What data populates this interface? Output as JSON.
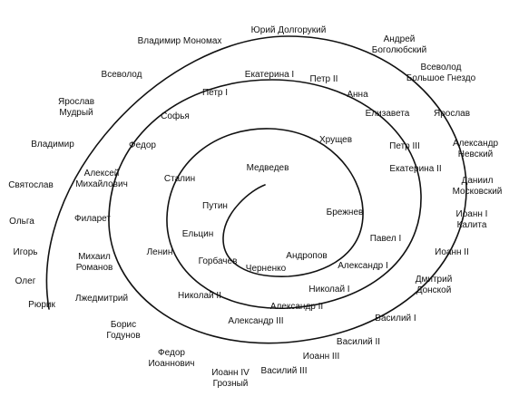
{
  "diagram": {
    "line_color": "#111111",
    "text_color": "#111111",
    "background": "#ffffff",
    "rulers": [
      {
        "id": "yuri",
        "text": "Юрий Долгорукий"
      },
      {
        "id": "monomakh",
        "text": "Владимир Мономах"
      },
      {
        "id": "andrey",
        "text": "Андрей\nБоголюбский"
      },
      {
        "id": "vsevolod",
        "text": "Всеволод"
      },
      {
        "id": "vsevolod-bg",
        "text": "Всеволод\nБольшое Гнездо"
      },
      {
        "id": "yaroslav-mudry",
        "text": "Ярослав\nМудрый"
      },
      {
        "id": "yaroslav",
        "text": "Ярослав"
      },
      {
        "id": "vladimir",
        "text": "Владимир"
      },
      {
        "id": "alexandr-nevsky",
        "text": "Александр\nНевский"
      },
      {
        "id": "svyatoslav",
        "text": "Святослав"
      },
      {
        "id": "daniil",
        "text": "Даниил\nМосковский"
      },
      {
        "id": "olga",
        "text": "Ольга"
      },
      {
        "id": "ioann-kalita",
        "text": "Иоанн I\nКалита"
      },
      {
        "id": "igor",
        "text": "Игорь"
      },
      {
        "id": "ioann-2",
        "text": "Иоанн II"
      },
      {
        "id": "oleg",
        "text": "Олег"
      },
      {
        "id": "dmitry-donskoy",
        "text": "Дмитрий\nДонской"
      },
      {
        "id": "ryurik",
        "text": "Рюрик"
      },
      {
        "id": "vasily-1",
        "text": "Василий I"
      },
      {
        "id": "vasily-2",
        "text": "Василий II"
      },
      {
        "id": "ioann-3",
        "text": "Иоанн III"
      },
      {
        "id": "vasily-3",
        "text": "Василий III"
      },
      {
        "id": "ioann-4",
        "text": "Иоанн IV\nГрозный"
      },
      {
        "id": "fedor-ioannovich",
        "text": "Федор\nИоаннович"
      },
      {
        "id": "boris",
        "text": "Борис\nГодунов"
      },
      {
        "id": "lzhedmitry",
        "text": "Лжедмитрий"
      },
      {
        "id": "mikhail",
        "text": "Михаил\nРоманов"
      },
      {
        "id": "filaret",
        "text": "Филарет"
      },
      {
        "id": "alexey",
        "text": "Алексей\nМихайлович"
      },
      {
        "id": "fedor",
        "text": "Федор"
      },
      {
        "id": "sofya",
        "text": "Софья"
      },
      {
        "id": "petr-1",
        "text": "Петр I"
      },
      {
        "id": "ekaterina-1",
        "text": "Екатерина I"
      },
      {
        "id": "petr-2",
        "text": "Петр II"
      },
      {
        "id": "anna",
        "text": "Анна"
      },
      {
        "id": "elizaveta",
        "text": "Елизавета"
      },
      {
        "id": "petr-3",
        "text": "Петр III"
      },
      {
        "id": "ekaterina-2",
        "text": "Екатерина II"
      },
      {
        "id": "pavel-1",
        "text": "Павел I"
      },
      {
        "id": "alexandr-1",
        "text": "Александр I"
      },
      {
        "id": "nikolay-1",
        "text": "Николай I"
      },
      {
        "id": "alexandr-2",
        "text": "Александр II"
      },
      {
        "id": "alexandr-3",
        "text": "Александр III"
      },
      {
        "id": "nikolay-2",
        "text": "Николай II"
      },
      {
        "id": "lenin",
        "text": "Ленин"
      },
      {
        "id": "stalin",
        "text": "Сталин"
      },
      {
        "id": "khrushchev",
        "text": "Хрущев"
      },
      {
        "id": "brezhnev",
        "text": "Брежнев"
      },
      {
        "id": "andropov",
        "text": "Андропов"
      },
      {
        "id": "chernenko",
        "text": "Черненко"
      },
      {
        "id": "gorbachev",
        "text": "Горбачев"
      },
      {
        "id": "eltsin",
        "text": "Ельцин"
      },
      {
        "id": "putin",
        "text": "Путин"
      },
      {
        "id": "medvedev",
        "text": "Медведев"
      }
    ]
  }
}
